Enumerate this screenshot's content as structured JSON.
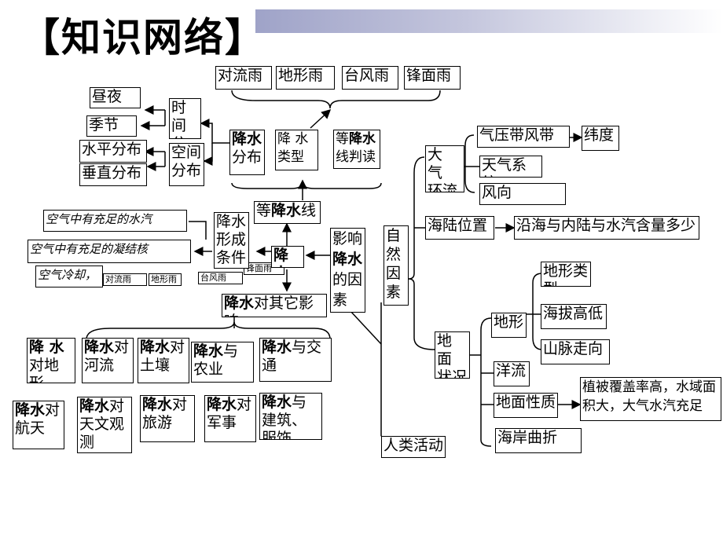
{
  "title": "【知识网络】",
  "accent": {
    "bar_start": "#9fa3c8",
    "bar_end": "#ffffff",
    "line": "#000000"
  },
  "rain_types": [
    "对流雨",
    "地形雨",
    "台风雨",
    "锋面雨"
  ],
  "time_labels": [
    "昼夜",
    "季节"
  ],
  "time_dist": [
    "时间",
    "分布"
  ],
  "space_labels": [
    "水平分布",
    "垂直分布"
  ],
  "space_dist": [
    "空间",
    "分布"
  ],
  "dist": {
    "bold": "降水",
    "rest": "分布"
  },
  "types": {
    "head": "降 水",
    "tail": "类型"
  },
  "isohyet_read": {
    "pre": "等",
    "bold": "降水",
    "tail": "线判读"
  },
  "isohyet": {
    "pre": "等",
    "bold": "降水",
    "post": "线"
  },
  "conditions": [
    "空气中有充足的水汽",
    "空气中有充足的凝结核",
    "空气冷却，"
  ],
  "formation": "降水形成条件",
  "formation_visible": [
    "降水",
    "形成",
    "条件"
  ],
  "condition_small": [
    "对流雨",
    "地形雨",
    "台风雨",
    "锋面雨"
  ],
  "center": "降水",
  "factors": "影响降水的因素",
  "factors_parts": {
    "pre": "影响",
    "bold": "降水",
    "post": "的因素"
  },
  "effects_title": {
    "bold": "降水",
    "rest": "对其它影响"
  },
  "effects_row1": [
    {
      "bold": "降 水",
      "rest": "对地形"
    },
    {
      "bold": "降水",
      "rest": "对河流"
    },
    {
      "bold": "降水",
      "rest": "对土壤"
    },
    {
      "bold": "降水",
      "rest": "与农业"
    },
    {
      "bold": "降水",
      "rest": "与交通"
    }
  ],
  "effects_row2": [
    {
      "bold": "降水",
      "rest": "对航天"
    },
    {
      "bold": "降水",
      "rest": "对天文观测"
    },
    {
      "bold": "降水",
      "rest": "对旅游"
    },
    {
      "bold": "降水",
      "rest": "对军事"
    },
    {
      "bold": "降水",
      "rest": "与建筑、服饰、"
    }
  ],
  "natural": "自然因素",
  "atmosphere": [
    "大 气",
    "环流"
  ],
  "atmosphere_items": [
    "气压带风带",
    "天气系统",
    "风向"
  ],
  "latitude": "纬度",
  "land_sea": "海陆位置",
  "land_sea_detail": "沿海与内陆与水汽含量多少",
  "surface": [
    "地 面",
    "状况"
  ],
  "terrain": "地形",
  "terrain_items": [
    "地形类型",
    "海拔高低",
    "山脉走向"
  ],
  "current": "洋流",
  "surface_nature": "地面性质",
  "surface_detail": "植被覆盖率高，水域面积大，大气水汽充足",
  "coastline": "海岸曲折",
  "human": "人类活动"
}
